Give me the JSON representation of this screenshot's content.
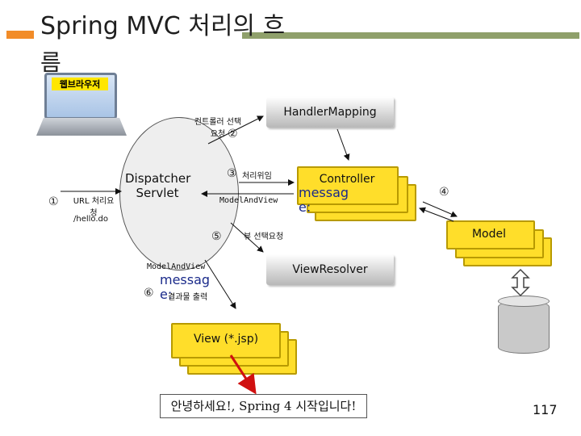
{
  "title": {
    "line1": "Spring MVC 처리의 흐",
    "line2": "름"
  },
  "browser": {
    "label": "웹브라우저"
  },
  "servlet": {
    "label_line1": "Dispatcher",
    "label_line2": "Servlet"
  },
  "handler_mapping": {
    "label": "HandlerMapping"
  },
  "controller": {
    "label": "Controller"
  },
  "model": {
    "label": "Model"
  },
  "view_resolver": {
    "label": "ViewResolver"
  },
  "view": {
    "label": "View (*.jsp)"
  },
  "steps": {
    "s1": {
      "num": "①",
      "text_line1": "URL 처리요",
      "text_line2": "청",
      "url": "/hello.do"
    },
    "s2": {
      "num": "②",
      "text_line1": "컨트롤러 선택",
      "text_line2": "요청"
    },
    "s3": {
      "num": "③",
      "text": "처리위임"
    },
    "s3_return": {
      "text": "ModelAndView"
    },
    "s4": {
      "num": "④"
    },
    "s5": {
      "num": "⑤",
      "text": "뷰 선택요청"
    },
    "s6": {
      "num": "⑥",
      "text_top": "ModelAndView",
      "text": "결과물 출력"
    }
  },
  "message_placeholders": {
    "a_line1": "messag",
    "a_line2": "e:",
    "b_line1": "messag",
    "b_line2": "e:"
  },
  "result": {
    "text": "안녕하세요!, Spring 4 시작입니다!"
  },
  "page_number": "117",
  "colors": {
    "accent_orange": "#f28c28",
    "rule_green": "#8fa06b",
    "yellow_box": "#ffde2a",
    "arrow_red": "#d01010"
  }
}
